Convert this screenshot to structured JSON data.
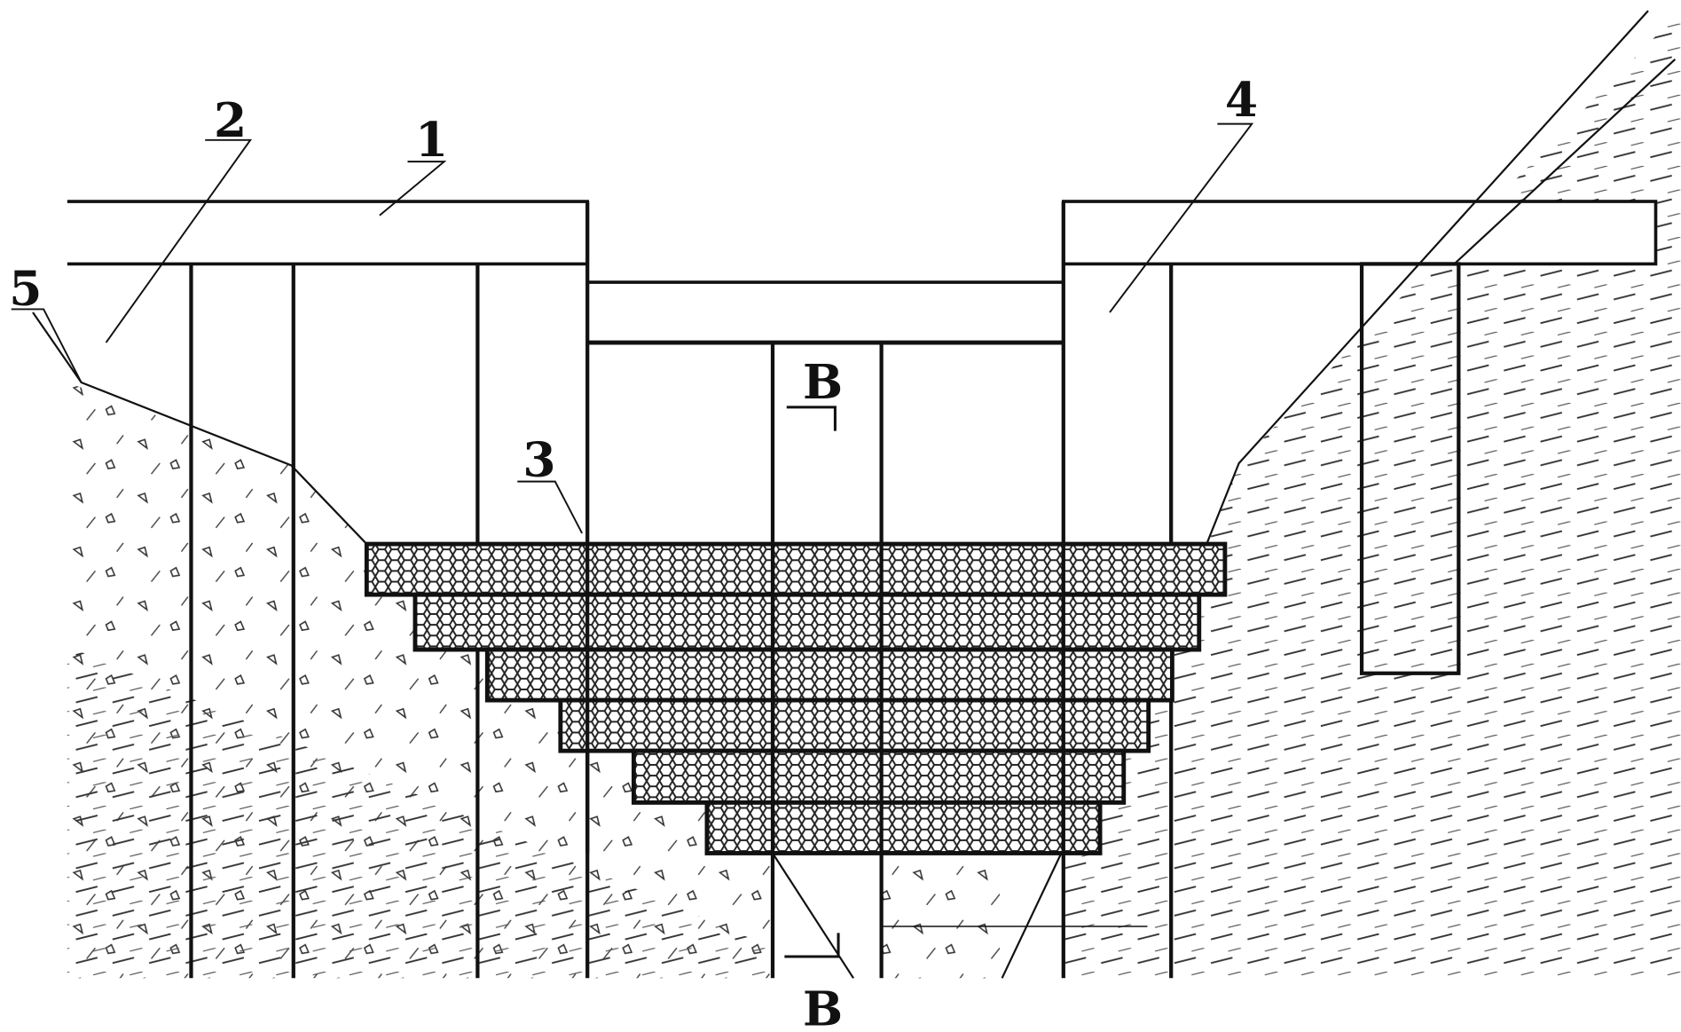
{
  "figure": {
    "labels": {
      "slab": "1",
      "pile": "2",
      "gabion": "3",
      "abutment": "4",
      "ground_line": "5"
    },
    "section_mark_top": "B",
    "section_mark_bottom": "B"
  },
  "colors": {
    "line": "#111111",
    "background": "#ffffff",
    "gabion_fill": "#3a3a3a"
  }
}
